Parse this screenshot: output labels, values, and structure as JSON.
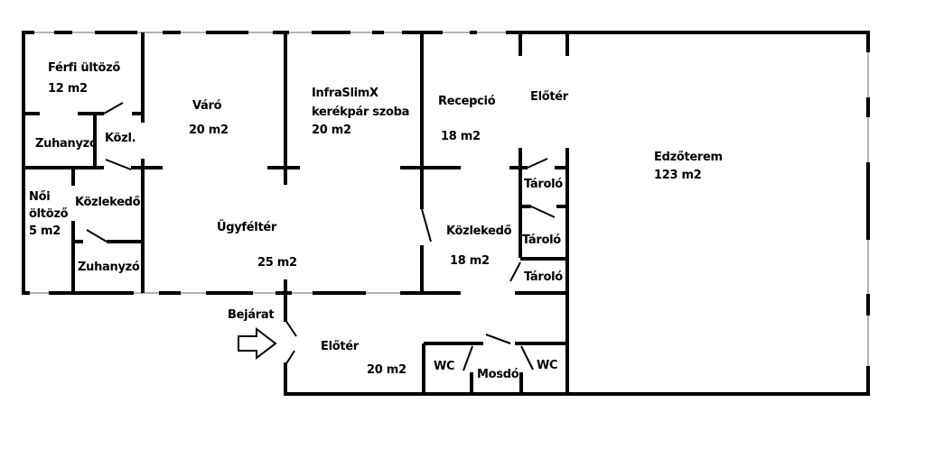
{
  "colors": {
    "wall": "#000000",
    "window": "#666666",
    "background": "#ffffff"
  },
  "rooms": {
    "ferfi_oltozo": {
      "name": "Férfi ültöző",
      "area": "12 m2"
    },
    "zuhanyzo_1": {
      "name": "Zuhanyzó"
    },
    "kozl": {
      "name": "Közl."
    },
    "varo": {
      "name": "Váró",
      "area": "20 m2"
    },
    "infraslim": {
      "name_line1": "InfraSlimX",
      "name_line2": "kerékpár szoba",
      "area": "20 m2"
    },
    "recepcio": {
      "name": "Recepció",
      "area": "18 m2"
    },
    "eloter_top": {
      "name": "Előtér"
    },
    "edzoterem": {
      "name": "Edzőterem",
      "area": "123 m2"
    },
    "noi_oltozo": {
      "name_line1": "Női",
      "name_line2": "öltöző",
      "area": "5 m2"
    },
    "kozlekedo_small": {
      "name": "Közlekedő"
    },
    "zuhanyzo_2": {
      "name": "Zuhanyzó"
    },
    "ugyfelter": {
      "name": "Ügyféltér",
      "area": "25 m2"
    },
    "kozlekedo_main": {
      "name": "Közlekedő",
      "area": "18 m2"
    },
    "tarolo_1": {
      "name": "Tároló"
    },
    "tarolo_2": {
      "name": "Tároló"
    },
    "tarolo_3": {
      "name": "Tároló"
    },
    "eloter_bottom": {
      "name": "Előtér",
      "area": "20 m2"
    },
    "wc_1": {
      "name": "WC"
    },
    "mosdo": {
      "name": "Mosdó"
    },
    "wc_2": {
      "name": "WC"
    }
  },
  "entrance": {
    "label": "Bejárat",
    "icon": "arrow-right-icon"
  }
}
